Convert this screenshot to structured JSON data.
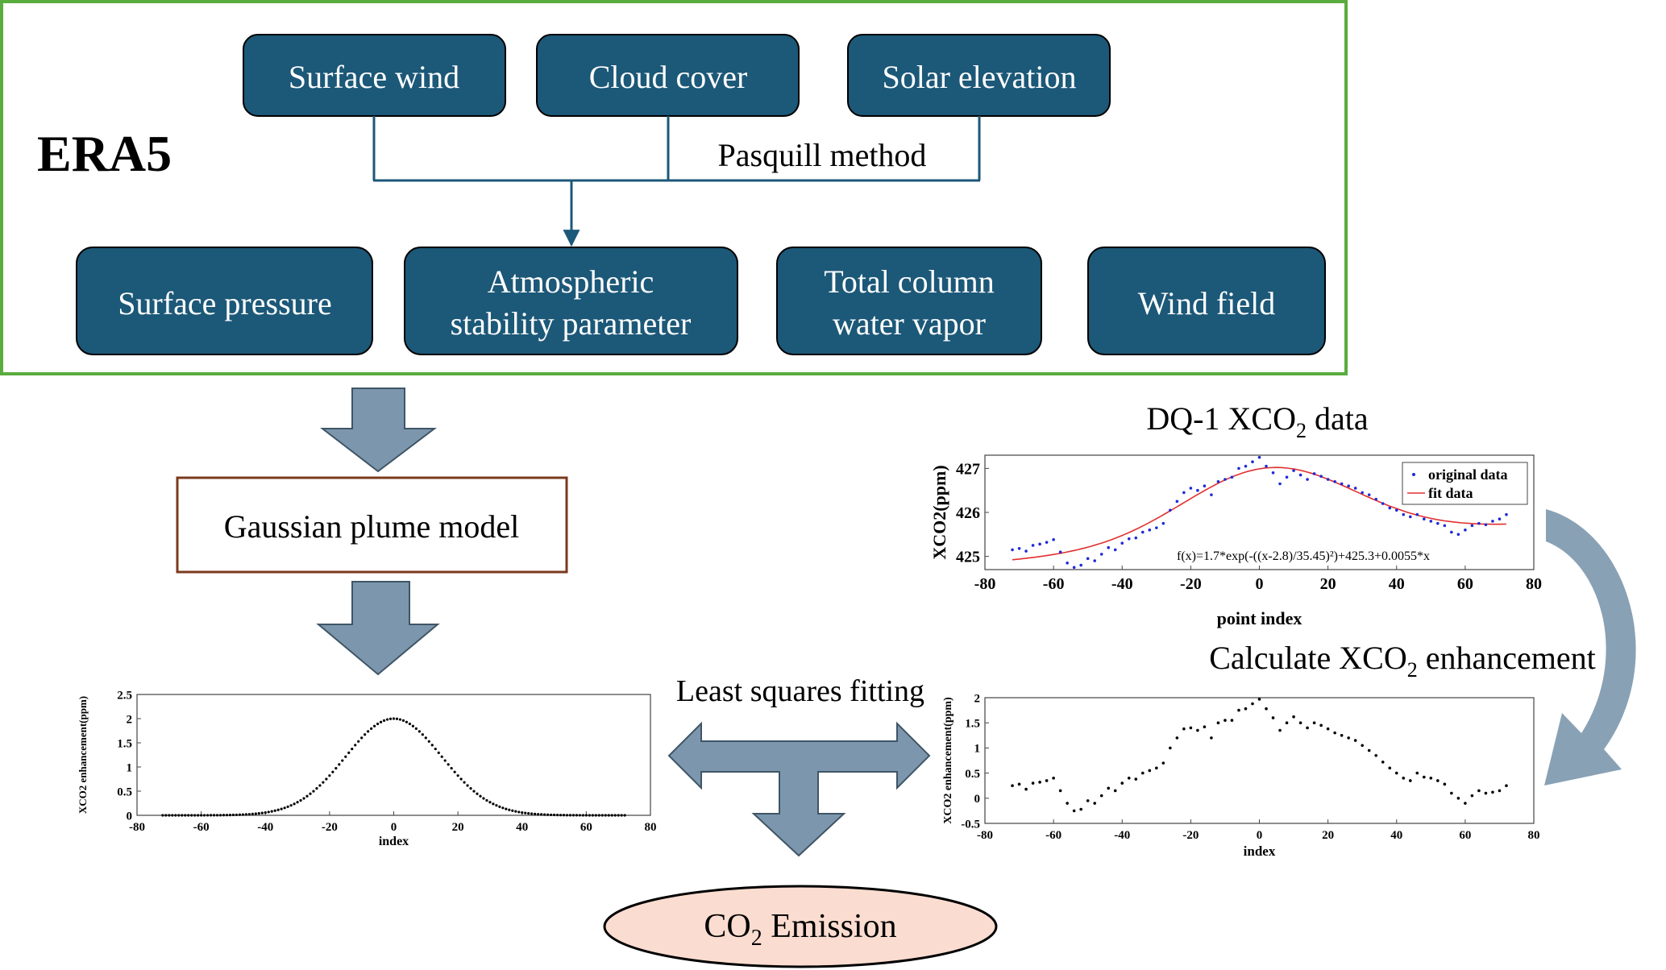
{
  "era5": {
    "label": "ERA5",
    "inputs": [
      "Surface wind",
      "Cloud cover",
      "Solar elevation"
    ],
    "method": "Pasquill method",
    "outputs": [
      {
        "lines": [
          "Surface pressure"
        ]
      },
      {
        "lines": [
          "Atmospheric",
          "stability parameter"
        ]
      },
      {
        "lines": [
          "Total column",
          "water vapor"
        ]
      },
      {
        "lines": [
          "Wind field"
        ]
      }
    ]
  },
  "model": {
    "label": "Gaussian plume model"
  },
  "dq1": {
    "title_pre": "DQ-1 XCO",
    "title_sub": "2",
    "title_post": " data"
  },
  "enhancement_label": {
    "pre": "Calculate XCO",
    "sub": "2",
    "post": " enhancement"
  },
  "fitting_label": "Least squares fitting",
  "emission": {
    "pre": "CO",
    "sub": "2",
    "post": " Emission"
  },
  "colors": {
    "box_fill": "#1c5878",
    "box_text": "#ffffff",
    "frame_green": "#5aac3e",
    "model_border": "#7b3a1e",
    "arrow_fill": "#7c97ad",
    "emission_fill": "#fbdcd0",
    "series_blue": "#1f2bd6",
    "series_red": "#e03030"
  },
  "chart_data": [
    {
      "id": "model-chart",
      "type": "scatter",
      "xlabel": "index",
      "ylabel": "XCO2 enhancement(ppm)",
      "xlim": [
        -80,
        80
      ],
      "ylim": [
        0,
        2.5
      ],
      "xticks": [
        "-80",
        "-60",
        "-40",
        "-20",
        "0",
        "20",
        "40",
        "60",
        "80"
      ],
      "yticks": [
        "0",
        "0.5",
        "1",
        "1.5",
        "2",
        "2.5"
      ],
      "model": {
        "amplitude": 2,
        "center": 0,
        "sigma": 15,
        "xmin": -72,
        "xmax": 72,
        "step": 1
      }
    },
    {
      "id": "dq1-chart",
      "type": "scatter",
      "xlabel": "point index",
      "ylabel": "XCO2(ppm)",
      "xlim": [
        -80,
        80
      ],
      "ylim": [
        424.7,
        427.3
      ],
      "xticks": [
        "-80",
        "-60",
        "-40",
        "-20",
        "0",
        "20",
        "40",
        "60",
        "80"
      ],
      "yticks": [
        "425",
        "426",
        "427"
      ],
      "legend": [
        "original data",
        "fit data"
      ],
      "legend_position": "top-right",
      "annotation": "f(x)=1.7*exp(-((x-2.8)/35.45)²)+425.3+0.0055*x",
      "fit": {
        "a": 1.7,
        "b": 2.8,
        "c": 35.45,
        "d": 425.3,
        "e": 0.0055
      },
      "x": [
        -72,
        -70,
        -68,
        -66,
        -64,
        -62,
        -60,
        -58,
        -56,
        -54,
        -52,
        -50,
        -48,
        -46,
        -44,
        -42,
        -40,
        -38,
        -36,
        -34,
        -32,
        -30,
        -28,
        -26,
        -24,
        -22,
        -20,
        -18,
        -16,
        -14,
        -12,
        -10,
        -8,
        -6,
        -4,
        -2,
        0,
        2,
        4,
        6,
        8,
        10,
        12,
        14,
        16,
        18,
        20,
        22,
        24,
        26,
        28,
        30,
        32,
        34,
        36,
        38,
        40,
        42,
        44,
        46,
        48,
        50,
        52,
        54,
        56,
        58,
        60,
        62,
        64,
        66,
        68,
        70,
        72
      ],
      "y": [
        425.15,
        425.18,
        425.12,
        425.25,
        425.28,
        425.32,
        425.38,
        425.1,
        424.85,
        424.75,
        424.8,
        424.95,
        424.9,
        425.05,
        425.2,
        425.15,
        425.3,
        425.4,
        425.42,
        425.55,
        425.6,
        425.65,
        425.75,
        426.05,
        426.25,
        426.45,
        426.55,
        426.5,
        426.6,
        426.4,
        426.7,
        426.75,
        426.8,
        427.0,
        427.05,
        427.15,
        427.25,
        427.05,
        426.9,
        426.65,
        426.8,
        426.95,
        426.85,
        426.75,
        426.88,
        426.82,
        426.75,
        426.7,
        426.65,
        426.6,
        426.55,
        426.45,
        426.4,
        426.3,
        426.2,
        426.1,
        426.05,
        425.95,
        425.9,
        425.95,
        425.85,
        425.8,
        425.75,
        425.7,
        425.55,
        425.5,
        425.6,
        425.7,
        425.75,
        425.72,
        425.8,
        425.85,
        425.95
      ]
    },
    {
      "id": "enh-chart",
      "type": "scatter",
      "xlabel": "index",
      "ylabel": "XCO2 enhancement(ppm)",
      "xlim": [
        -80,
        80
      ],
      "ylim": [
        -0.5,
        2
      ],
      "xticks": [
        "-80",
        "-60",
        "-40",
        "-20",
        "0",
        "20",
        "40",
        "60",
        "80"
      ],
      "yticks": [
        "-0.5",
        "0",
        "0.5",
        "1",
        "1.5",
        "2"
      ],
      "x": [
        -72,
        -70,
        -68,
        -66,
        -64,
        -62,
        -60,
        -58,
        -56,
        -54,
        -52,
        -50,
        -48,
        -46,
        -44,
        -42,
        -40,
        -38,
        -36,
        -34,
        -32,
        -30,
        -28,
        -26,
        -24,
        -22,
        -20,
        -18,
        -16,
        -14,
        -12,
        -10,
        -8,
        -6,
        -4,
        -2,
        0,
        2,
        4,
        6,
        8,
        10,
        12,
        14,
        16,
        18,
        20,
        22,
        24,
        26,
        28,
        30,
        32,
        34,
        36,
        38,
        40,
        42,
        44,
        46,
        48,
        50,
        52,
        54,
        56,
        58,
        60,
        62,
        64,
        66,
        68,
        70,
        72
      ],
      "y": [
        0.25,
        0.28,
        0.18,
        0.3,
        0.32,
        0.35,
        0.4,
        0.15,
        -0.1,
        -0.25,
        -0.22,
        -0.05,
        -0.1,
        0.05,
        0.2,
        0.15,
        0.3,
        0.4,
        0.38,
        0.5,
        0.55,
        0.6,
        0.7,
        1.0,
        1.2,
        1.38,
        1.4,
        1.35,
        1.42,
        1.2,
        1.5,
        1.55,
        1.55,
        1.75,
        1.78,
        1.88,
        1.97,
        1.78,
        1.6,
        1.35,
        1.5,
        1.62,
        1.5,
        1.4,
        1.5,
        1.45,
        1.38,
        1.3,
        1.25,
        1.2,
        1.15,
        1.05,
        0.95,
        0.85,
        0.72,
        0.6,
        0.5,
        0.4,
        0.35,
        0.5,
        0.42,
        0.4,
        0.35,
        0.28,
        0.1,
        0.0,
        -0.1,
        0.05,
        0.15,
        0.1,
        0.12,
        0.15,
        0.25
      ]
    }
  ]
}
